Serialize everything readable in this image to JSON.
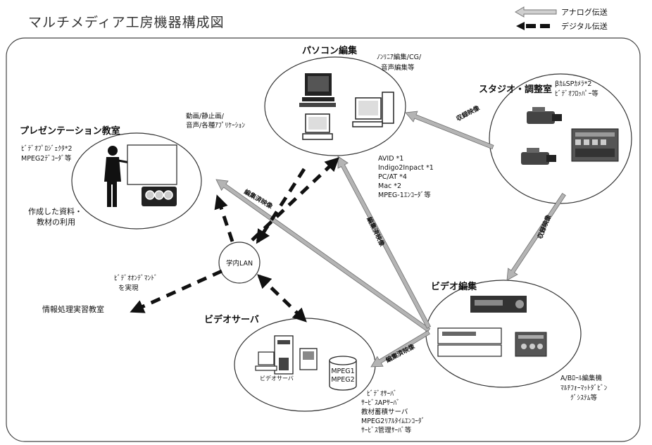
{
  "title": "マルチメディア工房機器構成図",
  "legend": {
    "analog": "アナログ伝送",
    "digital": "デジタル伝送"
  },
  "nodes": {
    "pc_edit": {
      "title": "パソコン編集",
      "note": [
        "ﾉﾝﾘﾆｱ編集/CG/",
        "音声編集等"
      ],
      "specs": [
        "AVID *1",
        "Indigo2Inpact *1",
        "PC/AT *4",
        "Mac *2",
        "MPEG-1ｴﾝｺｰﾀﾞ等"
      ]
    },
    "studio": {
      "title": "スタジオ・調整室",
      "note": [
        "βｶﾑSPｶﾒﾗ*2",
        "ﾋﾞﾃﾞｵﾌﾛｯﾊﾟｰ等"
      ]
    },
    "presentation": {
      "title": "プレゼンテーション教室",
      "note": [
        "ﾋﾞﾃﾞｵﾌﾟﾛｼﾞｪｸﾀ*2",
        "MPEG2ﾃﾞｺｰﾀﾞ等"
      ],
      "top_note": [
        "動画/静止画/",
        "音声/各種ｱﾌﾟﾘｹｰｼｮﾝ"
      ],
      "usage": [
        "作成した資料・",
        "教材の利用"
      ]
    },
    "lan": {
      "label": "学内LAN"
    },
    "video_edit": {
      "title": "ビデオ編集",
      "note": [
        "A/Bﾛｰﾙ編集機",
        "ﾏﾙﾁﾌｫｰﾏｯﾄﾀﾞﾋﾞﾝ",
        "ｸﾞｼｽﾃﾑ等"
      ]
    },
    "video_server": {
      "title": "ビデオサーバ",
      "device_label": "ビデオサーバ",
      "disk_label": [
        "MPEG1",
        "MPEG2"
      ],
      "note": [
        "ﾋﾞﾃﾞｵｻｰﾊﾞ",
        "ｻｰﾋﾞｽAPｻｰﾊﾞ",
        "教材蓄積サーバ",
        "MPEG2ﾘｱﾙﾀｲﾑｴﾝｺｰﾀﾞ",
        "ｻｰﾋﾞｽ管理ｻｰﾊﾞ等"
      ]
    },
    "info_room": {
      "title": "情報処理実習教室",
      "note": [
        "ﾋﾞﾃﾞｵｵﾝﾃﾞﾏﾝﾄﾞ",
        "を実現"
      ]
    }
  },
  "edges": {
    "recorded": "収録映像",
    "edited": "編集済映像"
  },
  "colors": {
    "analog_arrow": "#b4b4b4",
    "analog_border": "#707070",
    "digital_arrow": "#111111"
  }
}
